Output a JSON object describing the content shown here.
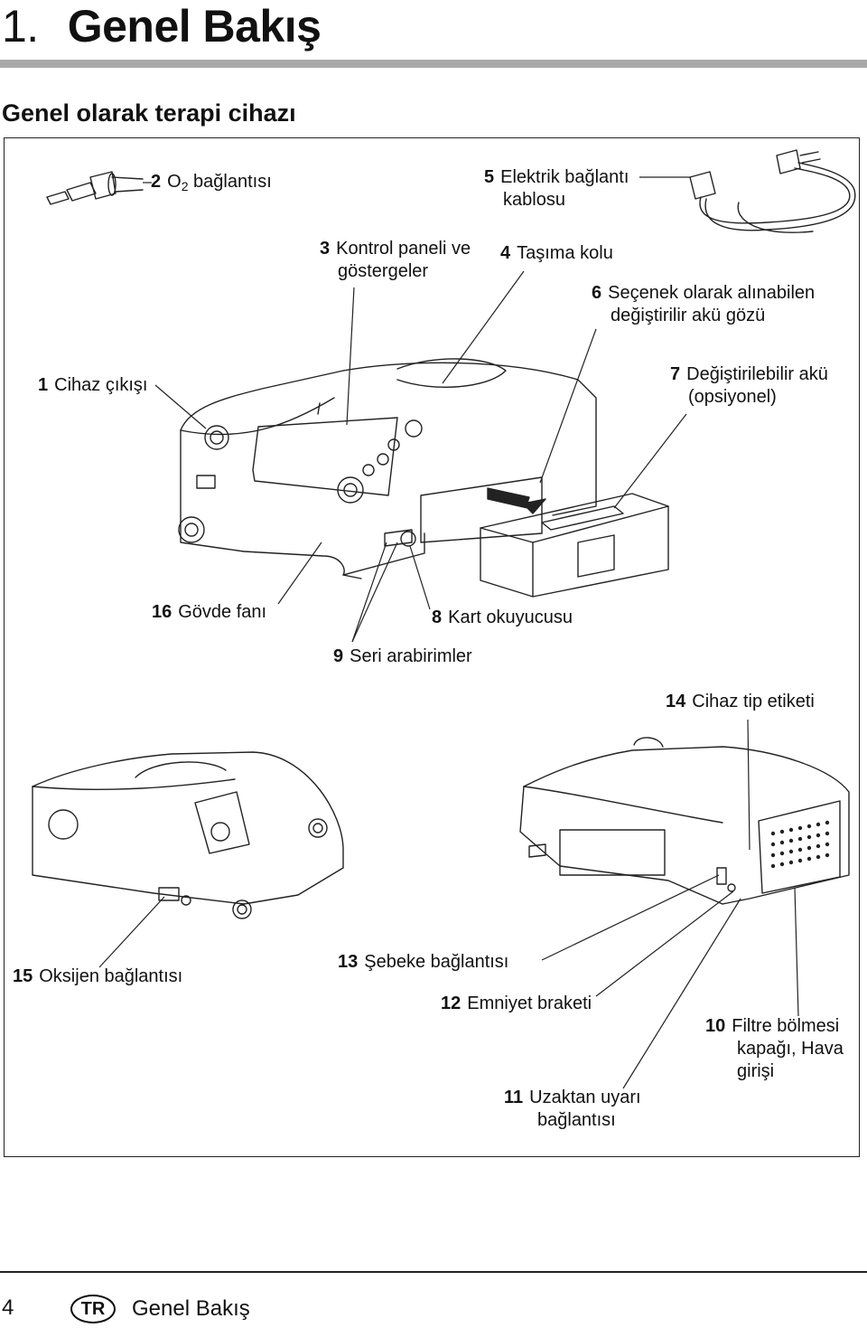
{
  "header": {
    "number": "1.",
    "title": "Genel Bakış",
    "subtitle": "Genel olarak terapi cihazı"
  },
  "labels": {
    "l2": {
      "num": "2",
      "pre": "O",
      "sub": "2",
      "post": " bağlantısı"
    },
    "l5": {
      "num": "5",
      "line1": "Elektrik bağlantı",
      "line2": "kablosu"
    },
    "l3": {
      "num": "3",
      "line1": "Kontrol paneli ve",
      "line2": "göstergeler"
    },
    "l4": {
      "num": "4",
      "text": "Taşıma kolu"
    },
    "l6": {
      "num": "6",
      "line1": "Seçenek olarak alınabilen",
      "line2": "değiştirilir akü gözü"
    },
    "l1": {
      "num": "1",
      "text": "Cihaz çıkışı"
    },
    "l7": {
      "num": "7",
      "line1": "Değiştirilebilir akü",
      "line2": "(opsiyonel)"
    },
    "l16": {
      "num": "16",
      "text": "Gövde fanı"
    },
    "l8": {
      "num": "8",
      "text": "Kart okuyucusu"
    },
    "l9": {
      "num": "9",
      "text": "Seri arabirimler"
    },
    "l14": {
      "num": "14",
      "text": "Cihaz tip etiketi"
    },
    "l15": {
      "num": "15",
      "text": "Oksijen bağlantısı"
    },
    "l13": {
      "num": "13",
      "text": "Şebeke bağlantısı"
    },
    "l12": {
      "num": "12",
      "text": "Emniyet braketi"
    },
    "l10": {
      "num": "10",
      "line1": "Filtre bölmesi",
      "line2": "kapağı, Hava",
      "line3": "girişi"
    },
    "l11": {
      "num": "11",
      "line1": "Uzaktan uyarı",
      "line2": "bağlantısı"
    }
  },
  "footer": {
    "page": "4",
    "lang": "TR",
    "title": "Genel Bakış"
  }
}
